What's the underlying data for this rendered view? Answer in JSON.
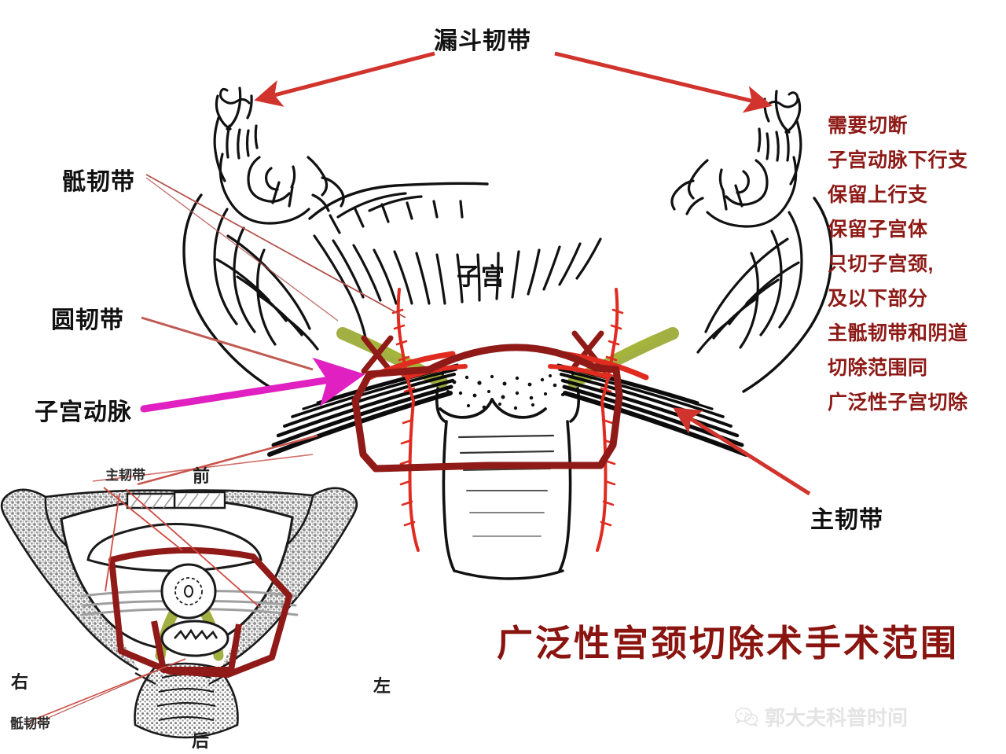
{
  "title": "广泛性宫颈切除术手术范围",
  "watermark": {
    "text": "郭大夫科普时间",
    "icon": "wechat-icon"
  },
  "labels": {
    "infundibulopelvic": "漏斗韧带",
    "uterosacral": "骶韧带",
    "round": "圆韧带",
    "uterine_artery": "子宫动脉",
    "uterus": "子宫",
    "cardinal": "主韧带"
  },
  "annotations": [
    "需要切断",
    "子宫动脉下行支",
    "保留上行支",
    "保留子宫体",
    "只切子宫颈,",
    "及以下部分",
    "主骶韧带和阴道",
    "切除范围同",
    "广泛性子宫切除"
  ],
  "inset": {
    "cardinal": "主韧带",
    "uterosacral": "骶韧带",
    "anterior": "前",
    "posterior": "后",
    "right": "右",
    "left": "左"
  },
  "colors": {
    "annotation_red": "#8d1a16",
    "title_red": "#8a1410",
    "arrow_red": "#d0342c",
    "resection_darkred": "#8f1a17",
    "vessel_red": "#e02b20",
    "artery_magenta": "#e020c0",
    "ligament_olive": "#9aa832",
    "ink_black": "#111111",
    "bone_gray": "#8d8d8d",
    "background": "#ffffff"
  },
  "chart_data": {
    "type": "diagram",
    "title": "广泛性宫颈切除术手术范围",
    "subject": "uterus-and-pelvic-ligaments-line-drawing",
    "views": [
      {
        "name": "main-coronal-view",
        "content": "子宫、输卵管、卵巢、阔韧带线描图，带切除范围标注"
      },
      {
        "name": "pelvic-axial-inset",
        "content": "骨盆横断面示意图，显示主韧带、骶韧带与切除范围"
      }
    ],
    "legend_markers": [
      {
        "marker": "dark-red-polygon",
        "meaning": "切除范围边界"
      },
      {
        "marker": "red-x-mark",
        "meaning": "需要切断位置"
      },
      {
        "marker": "olive-band",
        "meaning": "骶韧带"
      },
      {
        "marker": "black-band",
        "meaning": "主韧带"
      },
      {
        "marker": "magenta-arrow",
        "meaning": "子宫动脉"
      }
    ]
  }
}
